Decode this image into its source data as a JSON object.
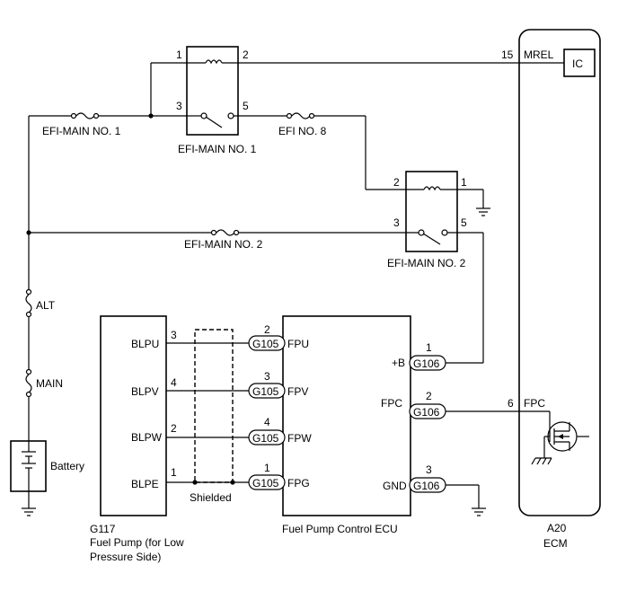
{
  "relay1": {
    "label": "EFI-MAIN NO. 1",
    "pin_coil_a": "1",
    "pin_coil_b": "2",
    "pin_sw_a": "3",
    "pin_sw_b": "5"
  },
  "relay2": {
    "label": "EFI-MAIN NO. 2",
    "pin_coil_a": "2",
    "pin_coil_b": "1",
    "pin_sw_a": "3",
    "pin_sw_b": "5"
  },
  "fuses": {
    "efi_main1": "EFI-MAIN NO. 1",
    "efi8": "EFI NO. 8",
    "efi_main2": "EFI-MAIN NO. 2",
    "alt": "ALT",
    "main": "MAIN"
  },
  "battery": {
    "label": "Battery"
  },
  "ecm": {
    "code": "A20",
    "name": "ECM",
    "ic": "IC",
    "mrel_pin": "15",
    "mrel": "MREL",
    "fpc_pin": "6",
    "fpc": "FPC"
  },
  "fuel_pump": {
    "code": "G117",
    "name_line1": "Fuel Pump (for Low",
    "name_line2": "Pressure Side)",
    "pins": [
      {
        "name": "BLPU",
        "pin": "3"
      },
      {
        "name": "BLPV",
        "pin": "4"
      },
      {
        "name": "BLPW",
        "pin": "2"
      },
      {
        "name": "BLPE",
        "pin": "1"
      }
    ]
  },
  "shielded": "Shielded",
  "ecu": {
    "name": "Fuel Pump Control ECU",
    "left_pins": [
      {
        "conn": "G105",
        "pin": "2",
        "name": "FPU"
      },
      {
        "conn": "G105",
        "pin": "3",
        "name": "FPV"
      },
      {
        "conn": "G105",
        "pin": "4",
        "name": "FPW"
      },
      {
        "conn": "G105",
        "pin": "1",
        "name": "FPG"
      }
    ],
    "right_pins": [
      {
        "conn": "G106",
        "pin": "1",
        "name": "+B"
      },
      {
        "conn": "G106",
        "pin": "2",
        "name": "FPC"
      },
      {
        "conn": "G106",
        "pin": "3",
        "name": "GND"
      }
    ]
  }
}
